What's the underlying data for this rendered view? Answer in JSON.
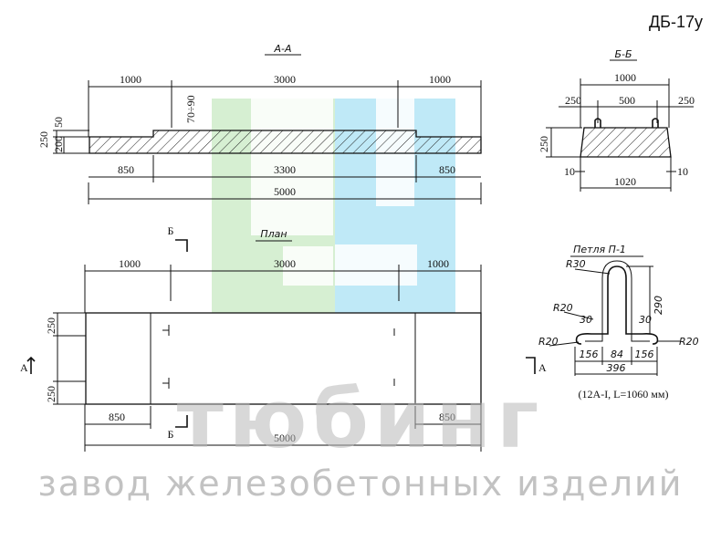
{
  "sheet_code": "ДБ-17у",
  "sections": {
    "aa": {
      "title": "А-А",
      "top_dims": [
        "1000",
        "3000",
        "1000"
      ],
      "side_dims": [
        "250",
        "200",
        "50"
      ],
      "note": "70÷90",
      "bottom_dims": [
        "850",
        "3300",
        "850"
      ],
      "total": "5000"
    },
    "bb": {
      "title": "Б-Б",
      "width_top": "1000",
      "dims": [
        "250",
        "500",
        "250"
      ],
      "height": "250",
      "edge_left": "10",
      "edge_right": "10",
      "width_bottom": "1020"
    },
    "plan": {
      "title": "План",
      "cut_top": "Б",
      "cut_bottom": "Б",
      "side_a_left": "А",
      "side_a_right": "А",
      "top_dims": [
        "1000",
        "3000",
        "1000"
      ],
      "side_dims": [
        "250",
        "250"
      ],
      "bottom_dims": [
        "850",
        "850"
      ],
      "total": "5000"
    },
    "loop": {
      "title": "Петля П-1",
      "r30": "R30",
      "r20_a": "R20",
      "r20_b": "R20",
      "r20_c": "R20",
      "d30_a": "30",
      "d30_b": "30",
      "height": "290",
      "dims": [
        "156",
        "84",
        "156"
      ],
      "total": "396",
      "spec": "(12А-I, L=1060 мм)"
    }
  },
  "watermark": {
    "brand": "тюбинг",
    "tagline": "завод железобетонных изделий",
    "colors": {
      "green": "#d6efd2",
      "cyan": "#bfe9f7"
    }
  }
}
